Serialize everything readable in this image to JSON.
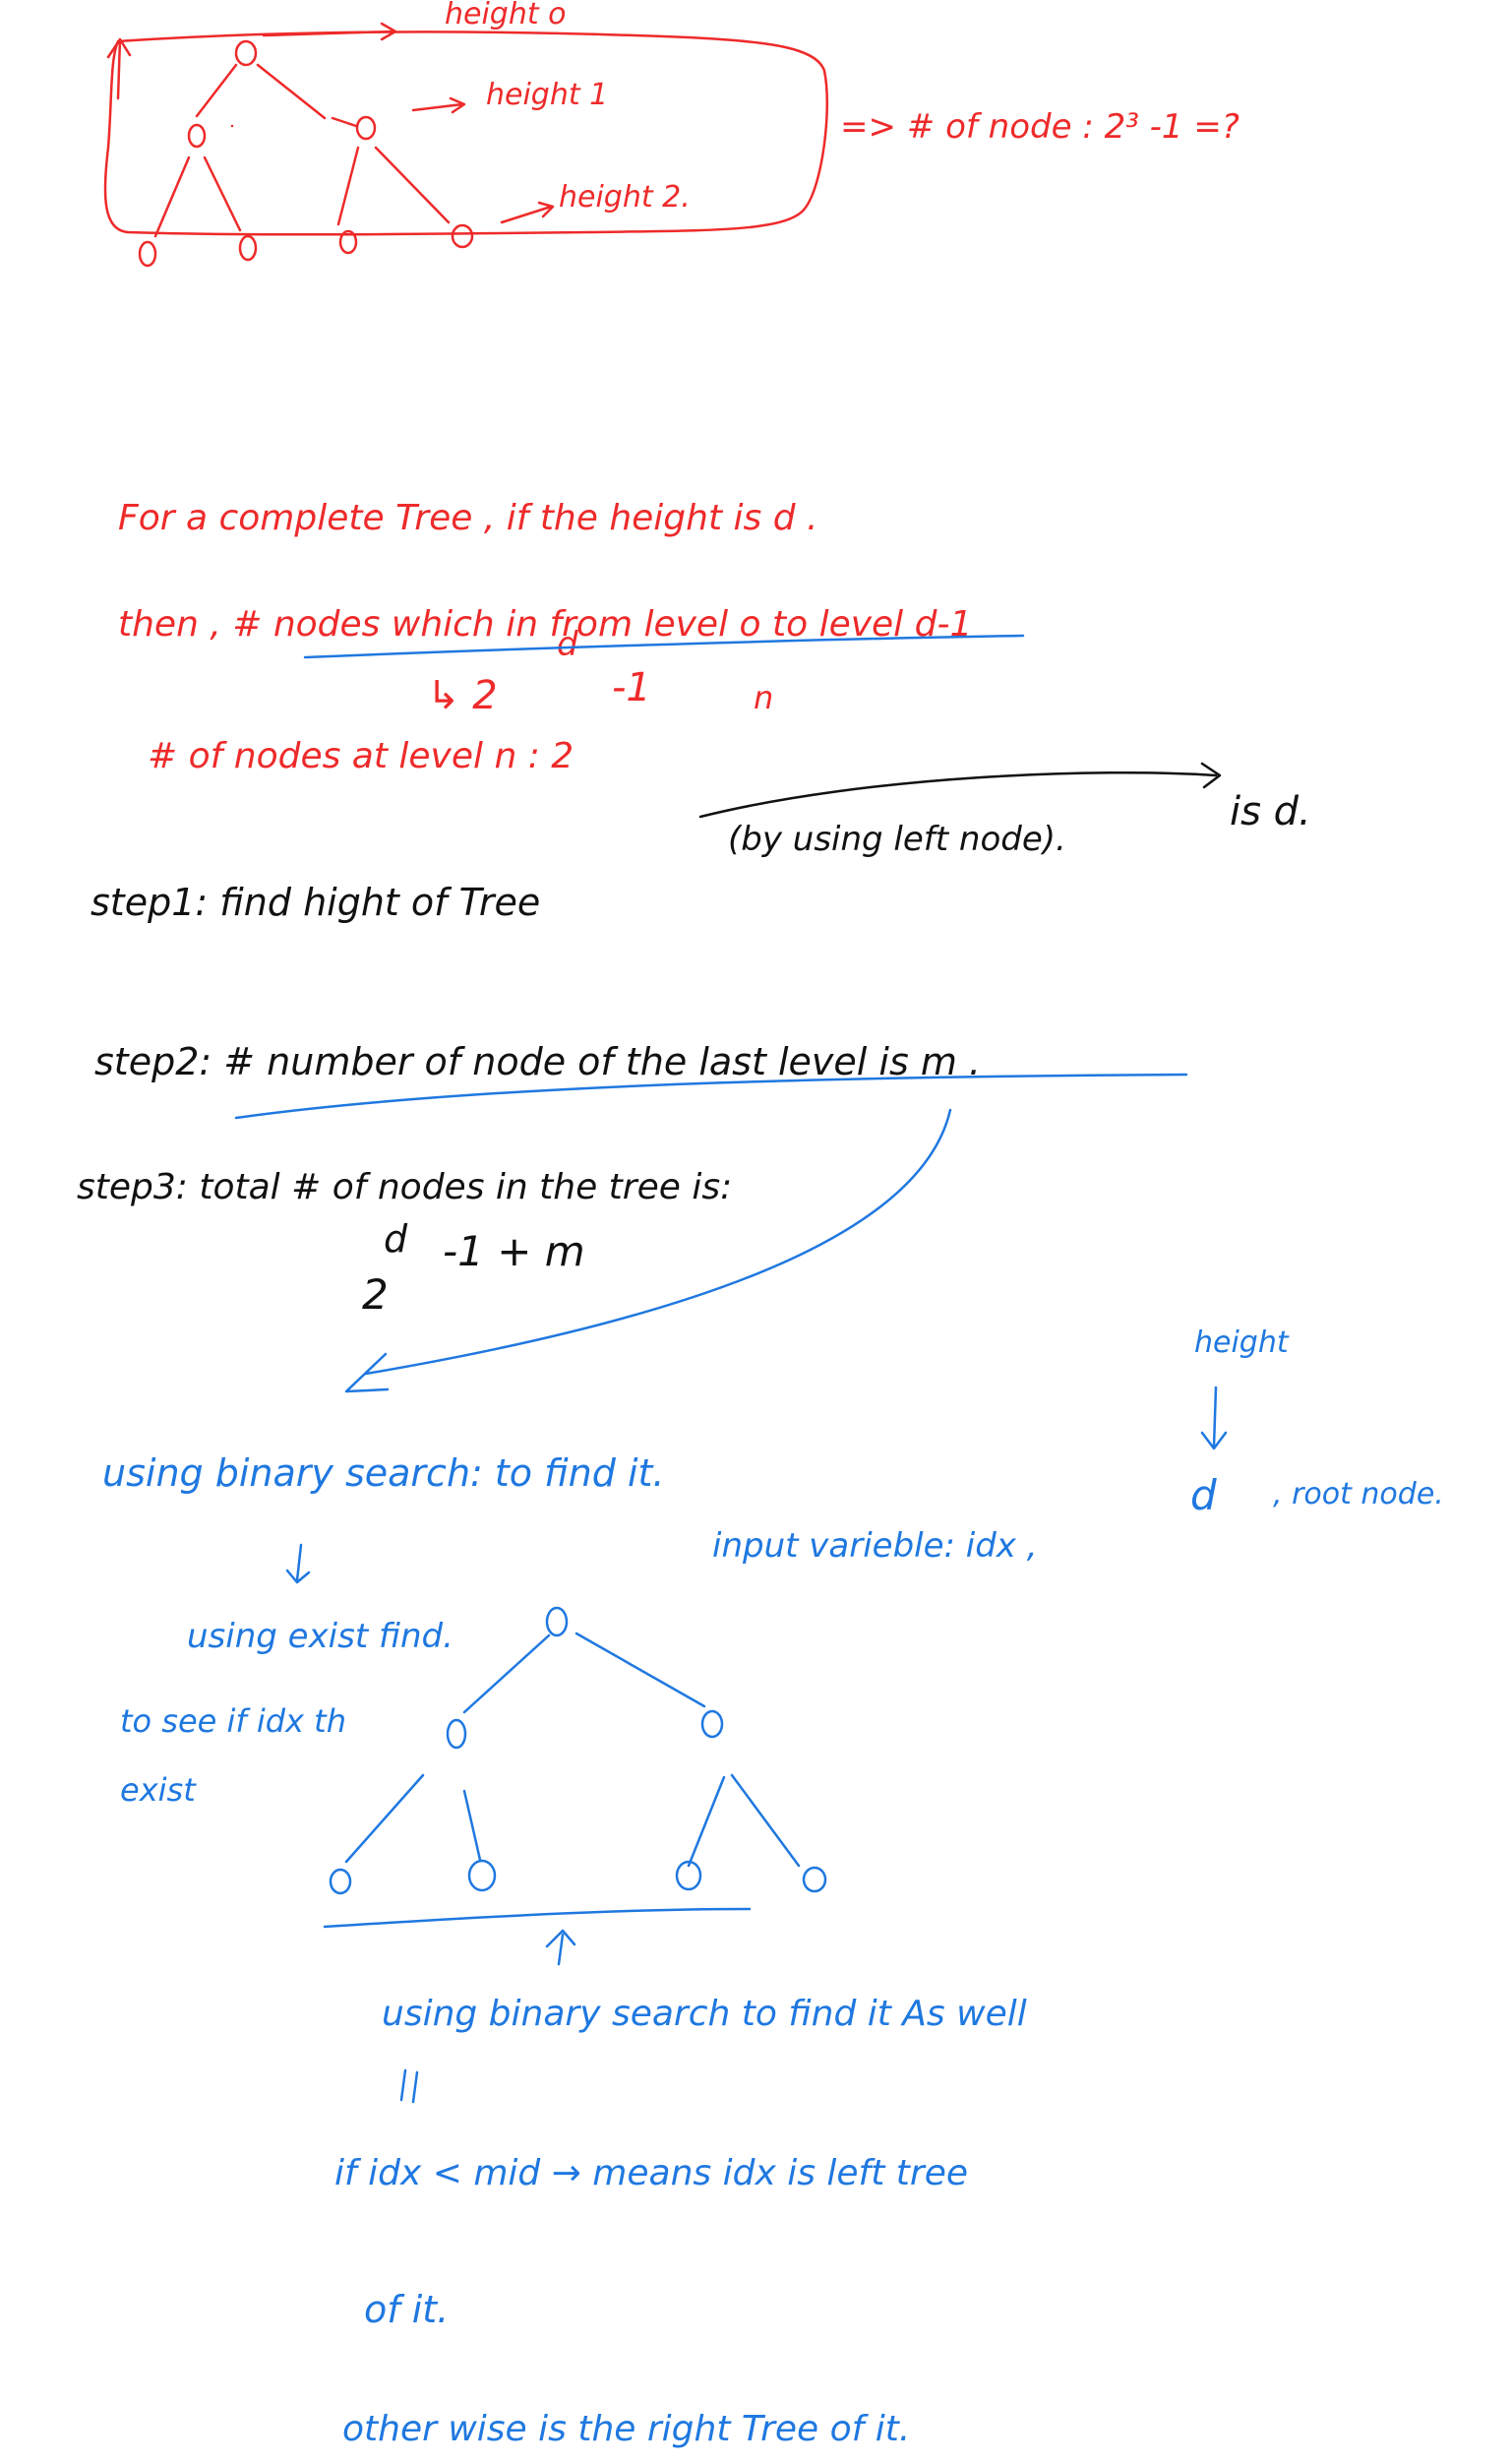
{
  "palette": {
    "red": "#ee2a2a",
    "black": "#111111",
    "blue": "#1f78e0"
  },
  "red_section": {
    "tree_labels": {
      "height0": "height o",
      "height1": "height 1",
      "height2": "height 2."
    },
    "node_formula": "=> # of node : 2³ -1 =?",
    "line1": "For a complete Tree , if the height is d .",
    "line2": "then , # nodes which in from level o to level d-1",
    "arrow_result": "↳ 2",
    "arrow_result_exp": "d",
    "arrow_result_tail": "-1",
    "line3": "# of nodes at level n : 2",
    "line3_exp": "n"
  },
  "black_section": {
    "step1": "step1: find hight of Tree",
    "step1_paren": "(by using left node).",
    "step1_result": "is d.",
    "step2": "step2: # number of node of the last level is m .",
    "step3": "step3: total # of nodes in the tree is:",
    "formula_base": "2",
    "formula_exp": "d",
    "formula_tail": "-1 + m"
  },
  "blue_section": {
    "binary_search": "using binary search: to find it.",
    "height_label": "height",
    "d_label": "d",
    "input_line": "input varieble: idx ,",
    "root_node": ", root node.",
    "exist_find": "using exist find.",
    "to_see": "to see if idx th",
    "exist": "exist",
    "bottom_line1": "using binary search to find it As well",
    "bottom_line2": "if idx < mid → means idx is left tree",
    "bottom_line3": "of it.",
    "bottom_line4": "other wise is the right Tree of it."
  }
}
